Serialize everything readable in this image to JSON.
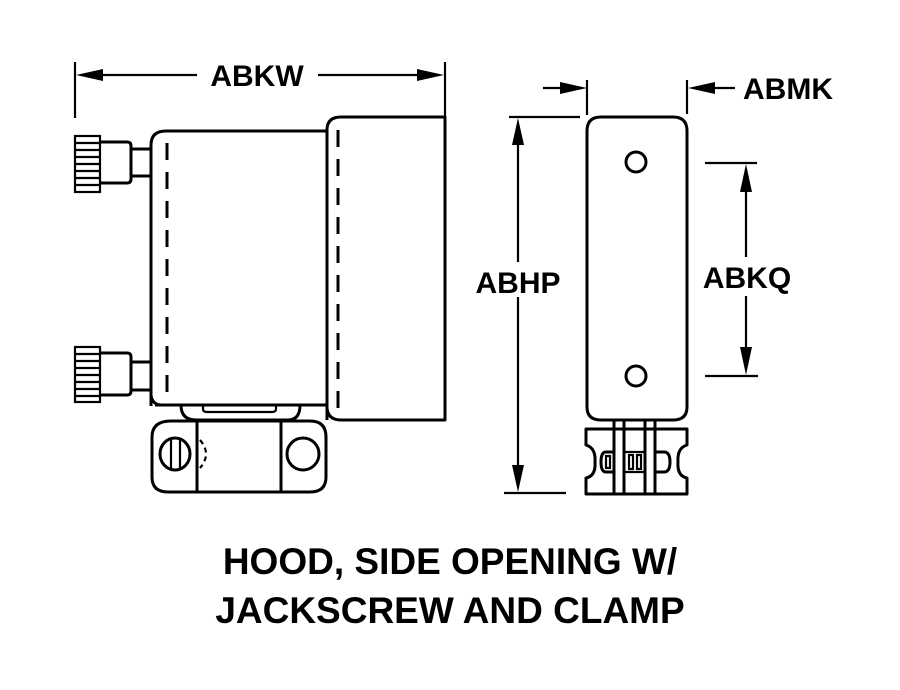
{
  "dimensions": {
    "overall_width": "ABKW",
    "side_width": "ABMK",
    "overall_height": "ABHP",
    "hole_spacing": "ABKQ"
  },
  "caption": {
    "line1": "HOOD, SIDE OPENING W/",
    "line2": "JACKSCREW AND CLAMP"
  },
  "colors": {
    "ink": "#000000",
    "background": "#ffffff"
  }
}
